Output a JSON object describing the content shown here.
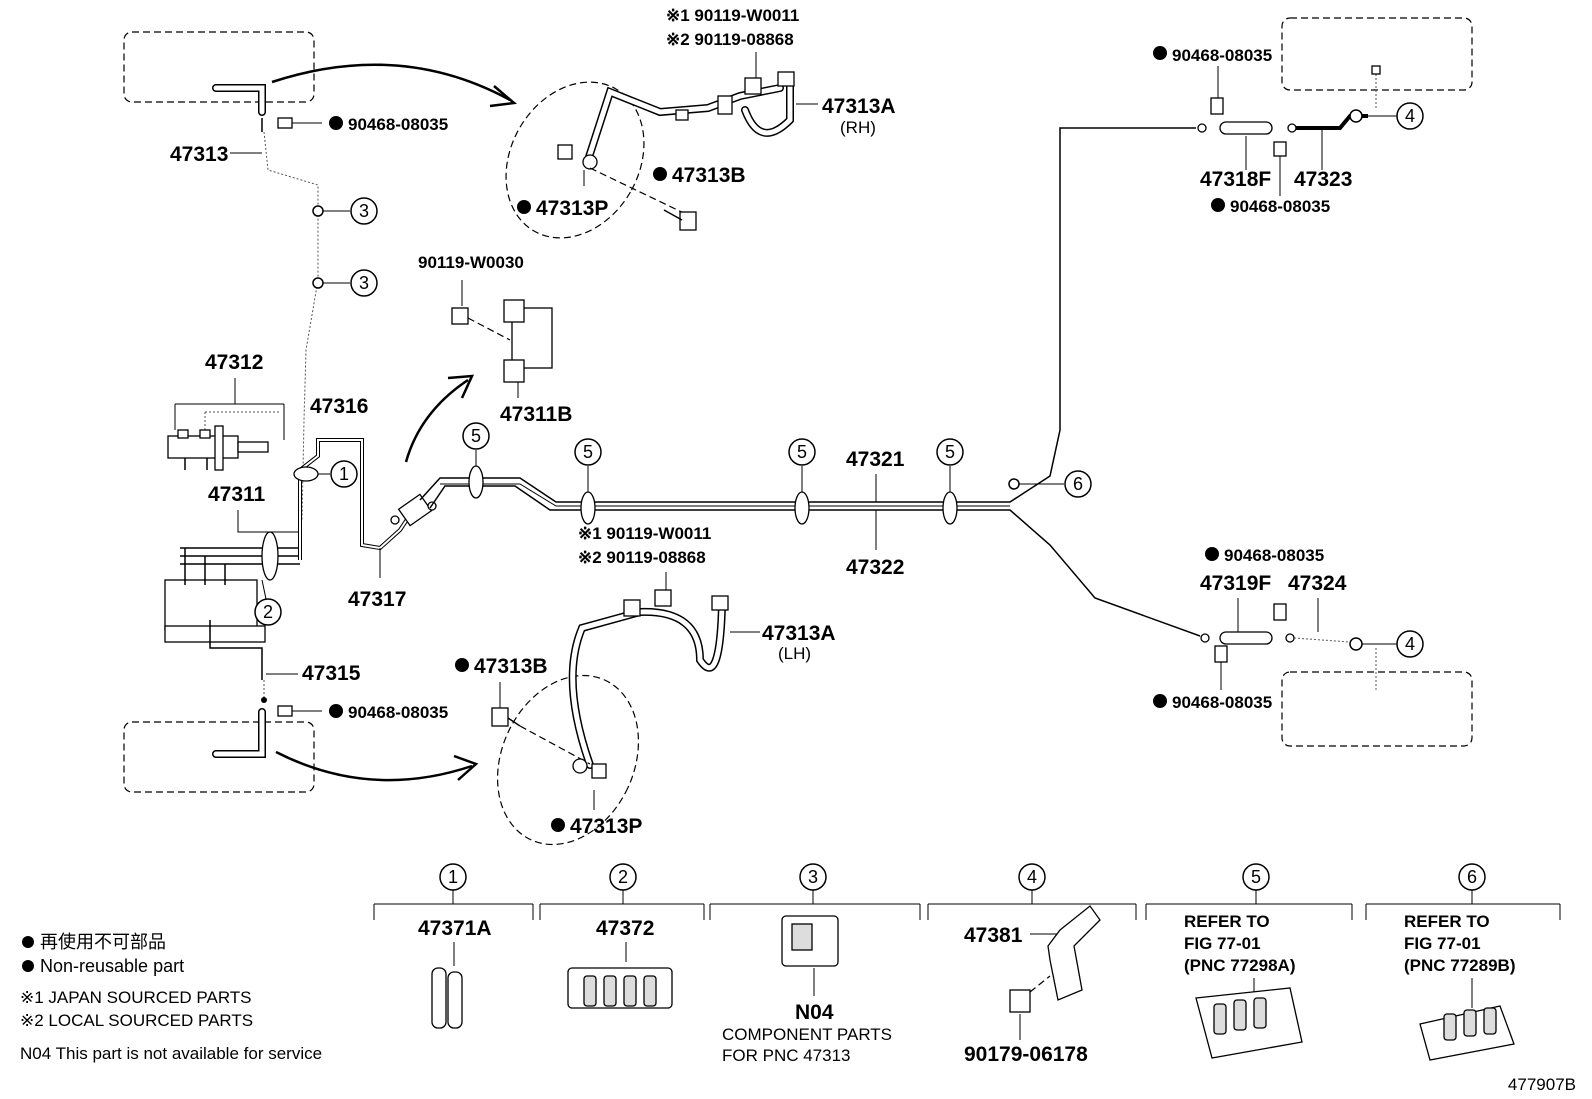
{
  "labels": {
    "p47313": "47313",
    "p90468_tl": "90468-08035",
    "p47312": "47312",
    "p47311": "47311",
    "p47316": "47316",
    "p47317": "47317",
    "p47315": "47315",
    "p90468_bl": "90468-08035",
    "rh_note1": "※1 90119-W0011",
    "rh_note2": "※2 90119-08868",
    "p47313A_rh": "47313A",
    "rh": "(RH)",
    "p47313B_top": "47313B",
    "p47313P_top": "47313P",
    "p90119_w0030": "90119-W0030",
    "p47311B": "47311B",
    "p47321": "47321",
    "p47322": "47322",
    "lh_note1": "※1 90119-W0011",
    "lh_note2": "※2 90119-08868",
    "p47313A_lh": "47313A",
    "lh": "(LH)",
    "p47313B_bot": "47313B",
    "p47313P_bot": "47313P",
    "p90468_tr1": "90468-08035",
    "p47318F": "47318F",
    "p47323": "47323",
    "p90468_tr2": "90468-08035",
    "p90468_br1": "90468-08035",
    "p47319F": "47319F",
    "p47324": "47324",
    "p90468_br2": "90468-08035"
  },
  "callouts": [
    "1",
    "2",
    "3",
    "3",
    "4",
    "4",
    "5",
    "5",
    "5",
    "5",
    "6"
  ],
  "legend_boxes": [
    {
      "num": "1",
      "part": "47371A"
    },
    {
      "num": "2",
      "part": "47372"
    },
    {
      "num": "3",
      "part": "N04",
      "note1": "COMPONENT PARTS",
      "note2": "FOR PNC 47313"
    },
    {
      "num": "4",
      "part": "47381",
      "part2": "90179-06178"
    },
    {
      "num": "5",
      "ref1": "REFER TO",
      "ref2": "FIG 77-01",
      "ref3": "(PNC 77298A)"
    },
    {
      "num": "6",
      "ref1": "REFER TO",
      "ref2": "FIG 77-01",
      "ref3": "(PNC 77289B)"
    }
  ],
  "notes": {
    "jp": "再使用不可部品",
    "non_reusable": "Non-reusable part",
    "japan": "※1 JAPAN SOURCED PARTS",
    "local": "※2 LOCAL SOURCED PARTS",
    "n04": "N04 This part is not available for service"
  },
  "figure_id": "477907B"
}
